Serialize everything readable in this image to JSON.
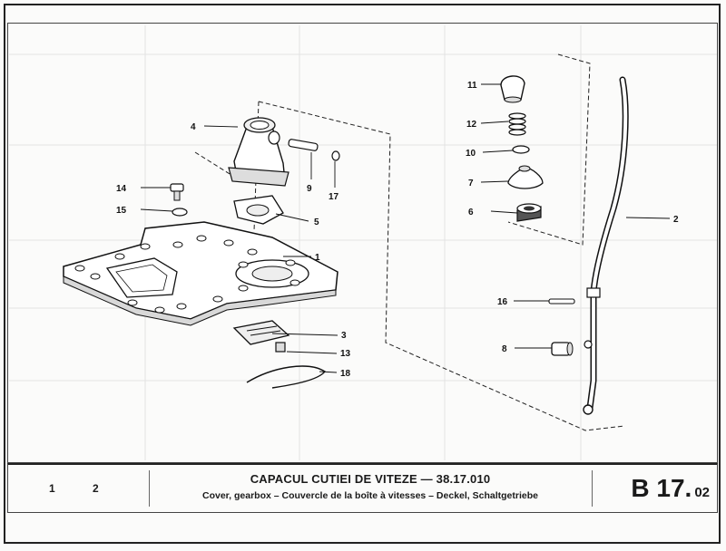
{
  "title": {
    "main": "CAPACUL CUTIEI DE VITEZE — 38.17.010",
    "sub": "Cover, gearbox – Couvercle de la boîte à vitesses – Deckel, Schaltgetriebe"
  },
  "columns": [
    "1",
    "2"
  ],
  "page": {
    "section": "B 17.",
    "number": "02"
  },
  "callouts": [
    {
      "id": "1",
      "label": "1"
    },
    {
      "id": "2",
      "label": "2"
    },
    {
      "id": "3",
      "label": "3"
    },
    {
      "id": "4",
      "label": "4"
    },
    {
      "id": "5",
      "label": "5"
    },
    {
      "id": "6",
      "label": "6"
    },
    {
      "id": "7",
      "label": "7"
    },
    {
      "id": "8",
      "label": "8"
    },
    {
      "id": "9",
      "label": "9"
    },
    {
      "id": "10",
      "label": "10"
    },
    {
      "id": "11",
      "label": "11"
    },
    {
      "id": "12",
      "label": "12"
    },
    {
      "id": "13",
      "label": "13"
    },
    {
      "id": "14",
      "label": "14"
    },
    {
      "id": "15",
      "label": "15"
    },
    {
      "id": "16",
      "label": "16"
    },
    {
      "id": "17",
      "label": "17"
    },
    {
      "id": "18",
      "label": "18"
    }
  ]
}
